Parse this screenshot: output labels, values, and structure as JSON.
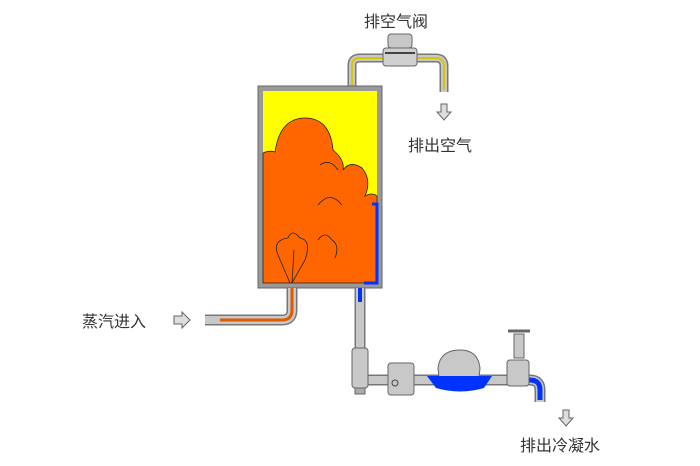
{
  "labels": {
    "air_vent_valve": "排空气阀",
    "air_out": "排出空气",
    "steam_in": "蒸汽进入",
    "condensate_out": "排出冷凝水"
  },
  "colors": {
    "air": "#ffff00",
    "steam": "#ff6600",
    "condensate": "#0033ff",
    "pipe": "#c8c8c8",
    "pipe_edge": "#777777"
  }
}
